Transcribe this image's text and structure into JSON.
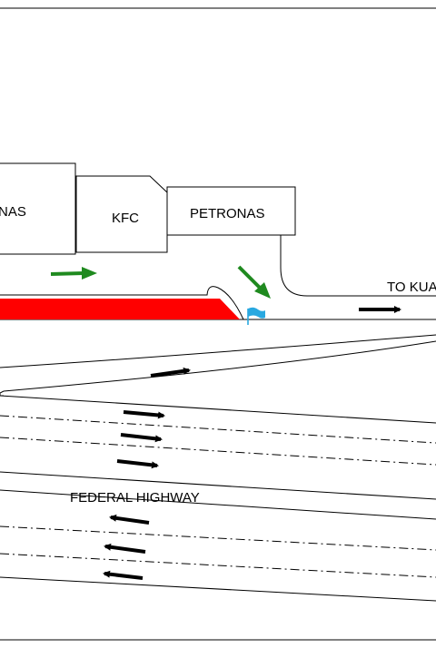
{
  "buildings": {
    "left_label": "NAS",
    "kfc_label": "KFC",
    "petronas_label": "PETRONAS"
  },
  "road_labels": {
    "destination": "TO KUA",
    "highway": "FEDERAL HIGHWAY"
  },
  "colors": {
    "green_arrow": "#1f8a1f",
    "red_kerb": "#ff0000",
    "blue_flag": "#29a8e0",
    "black_arrow": "#000000"
  }
}
